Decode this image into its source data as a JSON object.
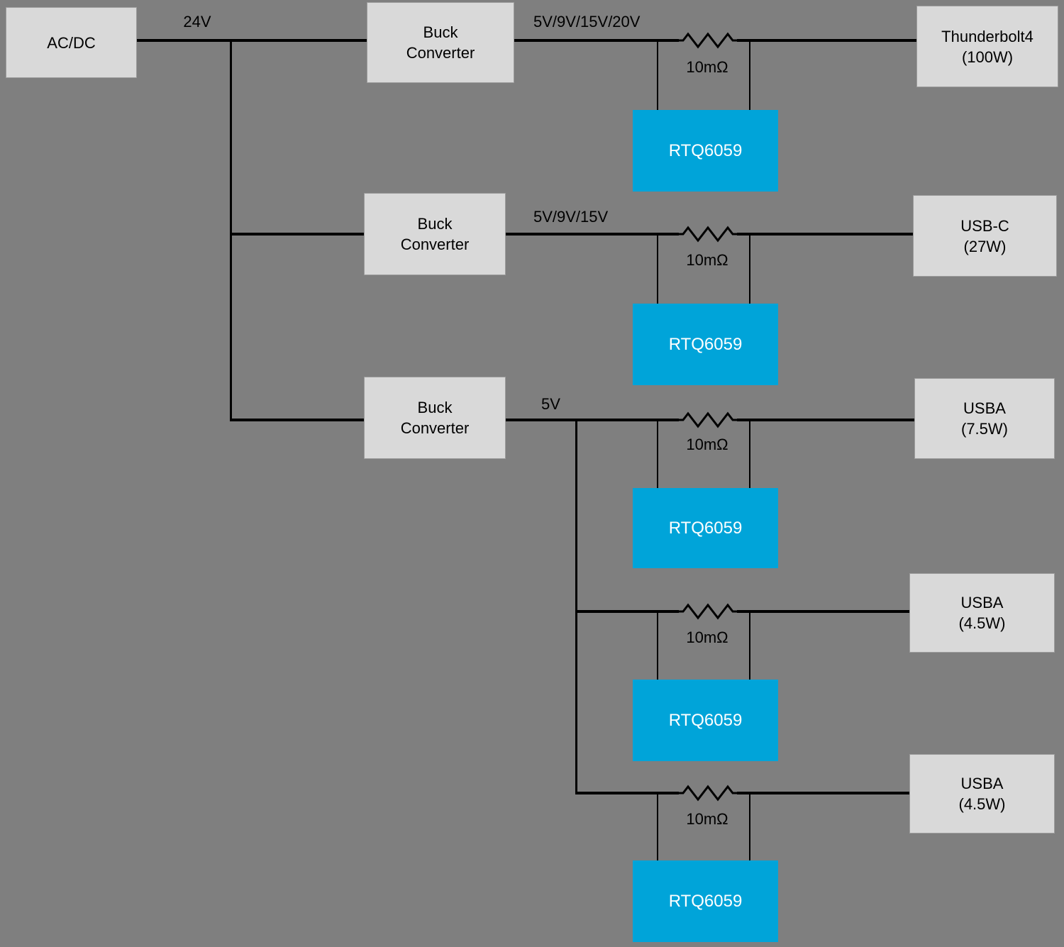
{
  "colors": {
    "background": "#7f7f7f",
    "block_fill": "#d9d9d9",
    "block_border": "#9c9c9c",
    "ic_fill": "#00a4d9",
    "ic_text": "#ffffff",
    "wire": "#000000",
    "text": "#000000"
  },
  "source": {
    "label": "AC/DC"
  },
  "bus": {
    "label": "24V"
  },
  "converters": [
    {
      "label": "Buck\nConverter"
    },
    {
      "label": "Buck\nConverter"
    },
    {
      "label": "Buck\nConverter"
    }
  ],
  "rows": [
    {
      "rail_label": "5V/9V/15V/20V",
      "shunt_label": "10mΩ",
      "ic_label": "RTQ6059",
      "load_label": "Thunderbolt4\n(100W)"
    },
    {
      "rail_label": "5V/9V/15V",
      "shunt_label": "10mΩ",
      "ic_label": "RTQ6059",
      "load_label": "USB-C\n(27W)"
    },
    {
      "rail_label": "5V",
      "shunt_label": "10mΩ",
      "ic_label": "RTQ6059",
      "load_label": "USBA\n(7.5W)"
    },
    {
      "rail_label": "",
      "shunt_label": "10mΩ",
      "ic_label": "RTQ6059",
      "load_label": "USBA\n(4.5W)"
    },
    {
      "rail_label": "",
      "shunt_label": "10mΩ",
      "ic_label": "RTQ6059",
      "load_label": "USBA\n(4.5W)"
    }
  ]
}
